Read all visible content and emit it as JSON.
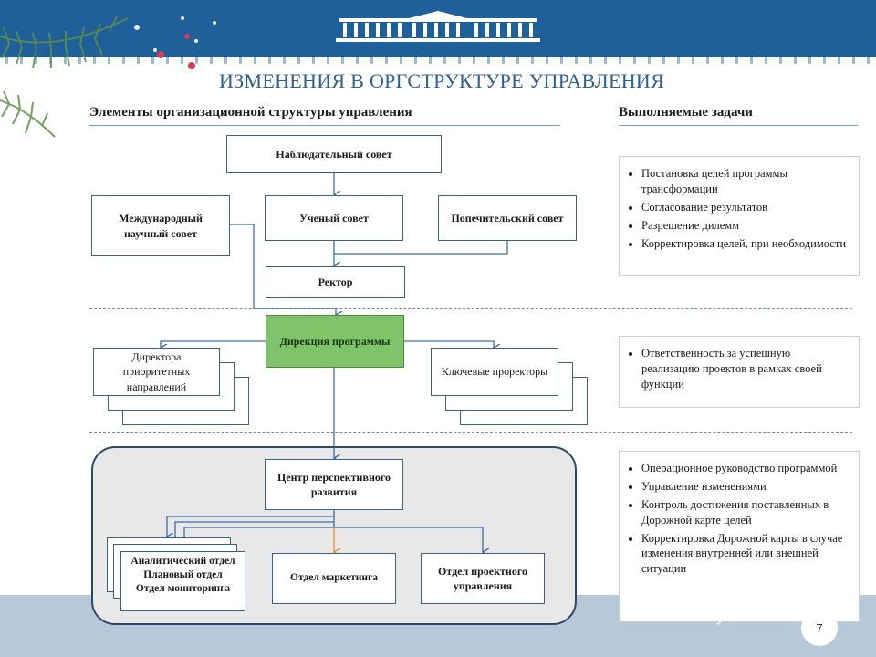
{
  "title": "ИЗМЕНЕНИЯ В ОРГСТРУКТУРЕ УПРАВЛЕНИЯ",
  "left_header": "Элементы организационной структуры управления",
  "right_header": "Выполняемые задачи",
  "nodes": {
    "supervisory_board": "Наблюдательный совет",
    "international_council": "Международный научный совет",
    "academic_council": "Ученый совет",
    "board_of_trustees": "Попечительский совет",
    "rector": "Ректор",
    "program_directorate": "Дирекция программы",
    "priority_directors": "Директора приоритетных направлений",
    "key_vice_rectors": "Ключевые проректоры",
    "development_center": "Центр перспективного развития",
    "analytical_dept": "Аналитический отдел",
    "planning_dept": "Плановый отдел",
    "monitoring_dept": "Отдел мониторинга",
    "marketing_dept": "Отдел маркетинга",
    "project_mgmt_dept": "Отдел проектного управления"
  },
  "tasks": {
    "top": [
      "Постановка целей программы трансформации",
      "Согласование результатов",
      "Разрешение дилемм",
      "Корректировка целей, при необходимости"
    ],
    "middle": [
      "Ответственность за успешную реализацию проектов в рамках своей функции"
    ],
    "bottom": [
      "Операционное руководство программой",
      "Управление изменениями",
      "Контроль достижения поставленных в Дорожной карте целей",
      "Корректировка Дорожной карты в случае изменения внутренней или внешней ситуации"
    ]
  },
  "watermark": "MyShared",
  "page_number": "7",
  "colors": {
    "accent_blue": "#1f5f9a",
    "title_blue": "#2f5f8f",
    "directorate_green": "#7fc36b",
    "connector_blue": "#3a6ea5",
    "connector_orange": "#e8892e"
  }
}
